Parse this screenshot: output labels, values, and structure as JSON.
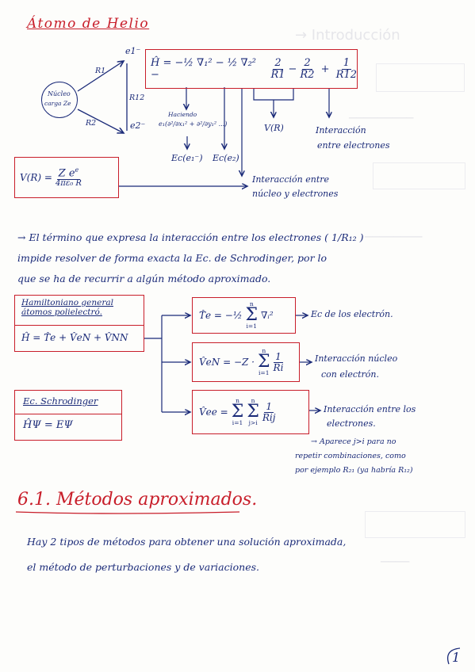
{
  "page": {
    "title": "Átomo de Helio",
    "page_number": "1"
  },
  "diagram": {
    "nucleus_label_1": "Núcleo",
    "nucleus_label_2": "carga Ze",
    "e1": "e1⁻",
    "e2": "e2⁻",
    "r1": "R1",
    "r2": "R2",
    "r12": "R12"
  },
  "hamiltonian": {
    "lhs": "Ĥ = −½ ∇₁² − ½ ∇₂² −",
    "t1_num": "2",
    "t1_den": "R1",
    "t2_num": "2",
    "t2_den": "R2",
    "t3_num": "1",
    "t3_den": "R12"
  },
  "annotations": {
    "laplacian_note": "Haciendo",
    "laplacian_formula": "e₁(∂²/∂x₁² + ∂²/∂y₁² ...)",
    "ec_e1": "Ec(e₁⁻)",
    "ec_e2": "Ec(e₂)",
    "v_r": "V(R)",
    "interaction_electrons_1": "Interacción",
    "interaction_electrons_2": "entre electrones",
    "interaction_nucleus_1": "Interacción entre",
    "interaction_nucleus_2": "núcleo y electrones"
  },
  "potential": {
    "lhs": "V(R) =",
    "num": "Z e",
    "num_sup": "e",
    "den": "4πε₀ R"
  },
  "paragraph1": {
    "line1": "→ El término que expresa la interacción entre los electrones ( 1/R₁₂ )",
    "line2": "impide resolver de forma exacta la Ec. de Schrodinger, por lo",
    "line3": "que se ha de recurrir a algún método aproximado."
  },
  "general_h": {
    "title_1": "Hamiltoniano general",
    "title_2": "átomos polielectró.",
    "formula": "Ĥ = T̂e + V̂eN + V̂NN"
  },
  "schrodinger": {
    "title": "Ec. Schrodinger",
    "formula": "ĤΨ = EΨ"
  },
  "terms": {
    "te_lhs": "T̂e = −½",
    "te_sum_top": "n",
    "te_sum_bot": "i=1",
    "te_rhs": "∇ᵢ²",
    "te_label": "Ec de los electrón.",
    "ven_lhs": "V̂eN = −Z ·",
    "ven_sum_top": "n",
    "ven_sum_bot": "i=1",
    "ven_num": "1",
    "ven_den": "Ri",
    "ven_label_1": "Interacción núcleo",
    "ven_label_2": "con electrón.",
    "vee_lhs": "V̂ee =",
    "vee_sum1_top": "n",
    "vee_sum1_bot": "i=1",
    "vee_sum2_top": "n",
    "vee_sum2_bot": "j>i",
    "vee_num": "1",
    "vee_den": "Rij",
    "vee_label_1": "Interacción entre los",
    "vee_label_2": "electrones.",
    "vee_note_1": "→ Aparece j>i para no",
    "vee_note_2": "repetir combinaciones, como",
    "vee_note_3": "por ejemplo R₂₁ (ya habría R₁₂)"
  },
  "section": {
    "heading": "6.1. Métodos aproximados.",
    "line1": "Hay 2 tipos de métodos para obtener una solución aproximada,",
    "line2": "el método de perturbaciones y de variaciones."
  }
}
